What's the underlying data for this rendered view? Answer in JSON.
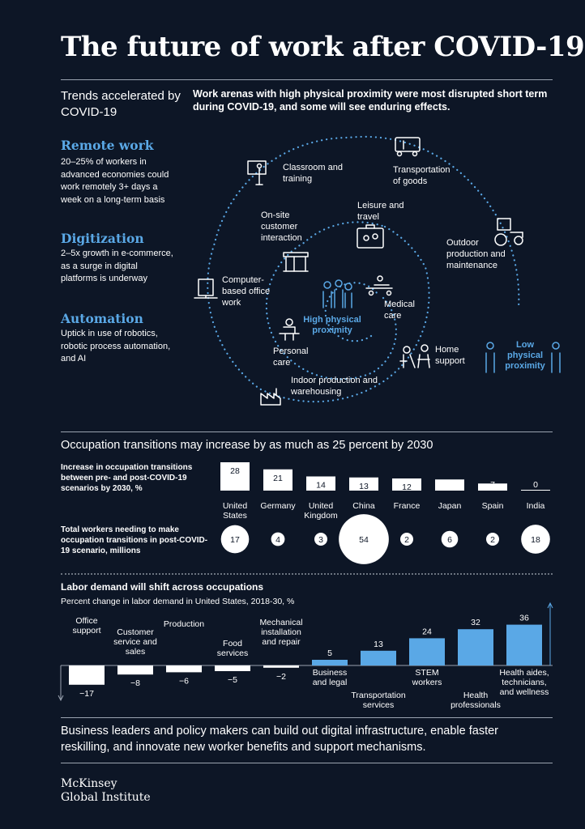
{
  "title": "The future of work after COVID-19",
  "trends": {
    "heading": "Trends accelerated by COVID-19",
    "remote": {
      "title": "Remote work",
      "text": "20–25% of workers in advanced economies could work remotely 3+ days a week on a long-term basis"
    },
    "digitization": {
      "title": "Digitization",
      "text": "2–5x growth in e-commerce, as a surge in digital platforms is underway"
    },
    "automation": {
      "title": "Automation",
      "text": "Uptick in use of robotics, robotic process automation, and AI"
    }
  },
  "arenas": {
    "lead": "Work arenas with high physical proximity were most disrupted short term during COVID-19, and some will see enduring effects.",
    "high_label": "High physical proximity",
    "low_label": "Low physical proximity",
    "items": {
      "classroom": "Classroom and training",
      "transport": "Transportation of goods",
      "leisure": "Leisure and travel",
      "onsite": "On-site customer interaction",
      "outdoor": "Outdoor production and maintenance",
      "computer": "Computer-based office work",
      "medical": "Medical care",
      "personal": "Personal care",
      "home": "Home support",
      "indoor": "Indoor production and warehousing"
    },
    "icons": [
      "teacher-icon",
      "truck-icon",
      "suitcase-icon",
      "counter-icon",
      "tractor-icon",
      "computer-icon",
      "stretcher-icon",
      "barber-icon",
      "caregiver-icon",
      "factory-icon",
      "people-icon",
      "person-icon"
    ]
  },
  "transitions": {
    "heading": "Occupation transitions may increase by as much as 25 percent by 2030",
    "bar_label": "Increase in occupation transitions between pre- and post-COVID-19 scenarios by 2030, %",
    "circle_label": "Total workers needing to make occupation transitions in post-COVID-19 scenario, millions"
  },
  "labor": {
    "heading": "Labor demand will shift across occupations",
    "subheading": "Percent change in labor demand in United States, 2018-30, %"
  },
  "chart_data": [
    {
      "type": "bar",
      "title": "Increase in occupation transitions between pre- and post-COVID-19 scenarios by 2030, %",
      "categories": [
        "United States",
        "Germany",
        "United Kingdom",
        "China",
        "France",
        "Japan",
        "Spain",
        "India"
      ],
      "values": [
        28,
        21,
        14,
        13,
        12,
        11,
        7,
        0
      ]
    },
    {
      "type": "scatter",
      "title": "Total workers needing to make occupation transitions in post-COVID-19 scenario, millions",
      "categories": [
        "United States",
        "Germany",
        "United Kingdom",
        "China",
        "France",
        "Japan",
        "Spain",
        "India"
      ],
      "values": [
        17,
        4,
        3,
        54,
        2,
        6,
        2,
        18
      ]
    },
    {
      "type": "bar",
      "title": "Labor demand will shift across occupations",
      "subtitle": "Percent change in labor demand in United States, 2018-30, %",
      "categories": [
        "Office support",
        "Customer service and sales",
        "Production",
        "Food services",
        "Mechanical installation and repair",
        "Business and legal",
        "Transportation services",
        "STEM workers",
        "Health professionals",
        "Health aides, technicians, and wellness"
      ],
      "values": [
        -17,
        -8,
        -6,
        -5,
        -2,
        5,
        13,
        24,
        32,
        36
      ],
      "colors": {
        "negative": "#ffffff",
        "positive": "#5aa8e6"
      }
    }
  ],
  "closing": "Business leaders and policy makers can build out digital infrastructure, enable faster reskilling, and innovate new worker benefits and support mechanisms.",
  "logo": {
    "line1": "McKinsey",
    "line2": "Global Institute"
  },
  "colors": {
    "background": "#0d1626",
    "accent": "#5aa8e6"
  }
}
